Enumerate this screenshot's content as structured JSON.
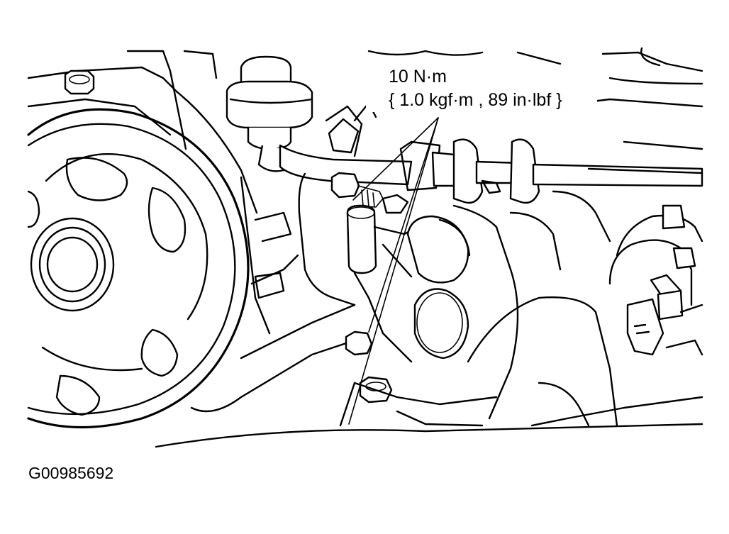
{
  "torque_callout": {
    "line1": "10 N·m",
    "line2": "{ 1.0 kgf·m , 89 in·lbf }"
  },
  "figure_id": "G00985692",
  "colors": {
    "ink": "#000000",
    "paper": "#ffffff"
  }
}
